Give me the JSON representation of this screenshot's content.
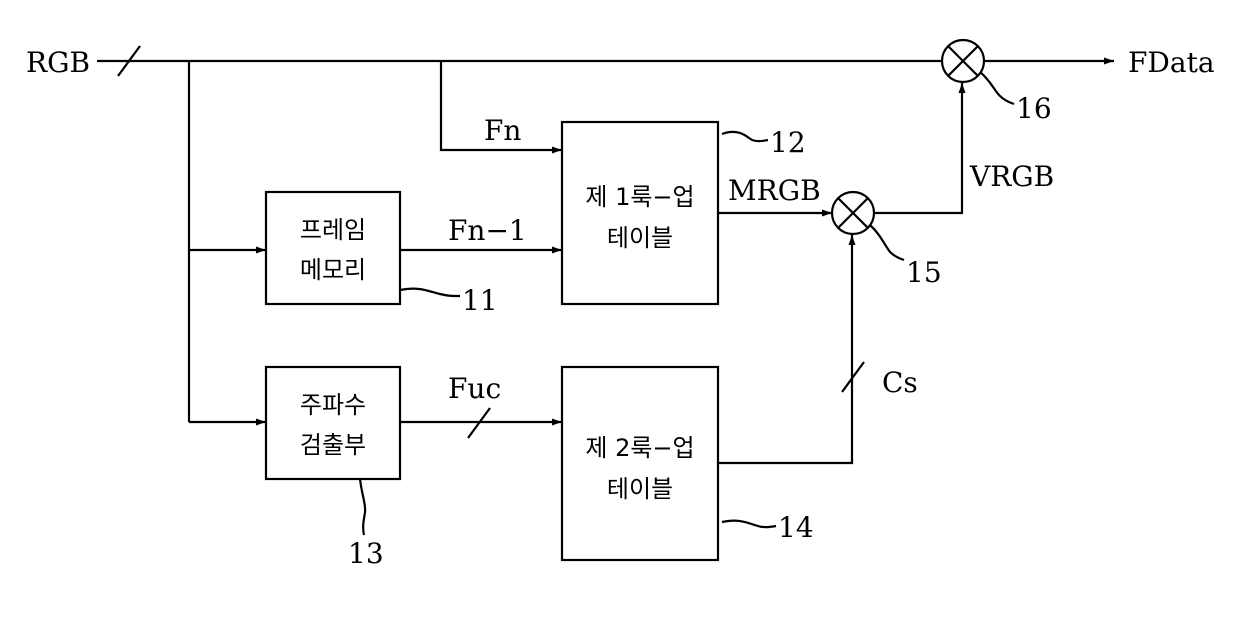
{
  "signals": {
    "input": "RGB",
    "output": "FData",
    "fn": "Fn",
    "fn_minus_1": "Fn−1",
    "fuc": "Fuc",
    "mrgb": "MRGB",
    "vrgb": "VRGB",
    "cs": "Cs"
  },
  "blocks": {
    "frame_memory": {
      "line1": "프레임",
      "line2": "메모리",
      "ref": "11"
    },
    "lut1": {
      "line1": "제 1룩−업",
      "line2": "테이블",
      "ref": "12"
    },
    "freq_detector": {
      "line1": "주파수",
      "line2": "검출부",
      "ref": "13"
    },
    "lut2": {
      "line1": "제 2룩−업",
      "line2": "테이블",
      "ref": "14"
    }
  },
  "multipliers": {
    "mult15": {
      "ref": "15"
    },
    "mult16": {
      "ref": "16"
    }
  }
}
